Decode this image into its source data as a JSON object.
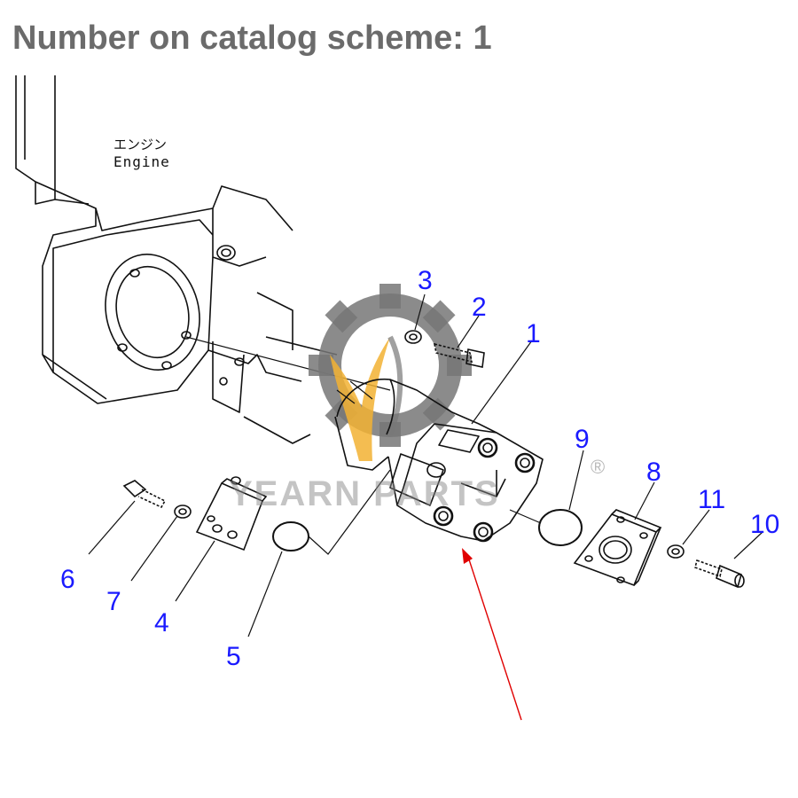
{
  "header": {
    "title": "Number on catalog scheme: 1"
  },
  "diagram": {
    "labels": {
      "engine_jp": "エンジン",
      "engine_en": "Engine"
    },
    "callouts": [
      "1",
      "2",
      "3",
      "4",
      "5",
      "6",
      "7",
      "8",
      "9",
      "10",
      "11"
    ],
    "colors": {
      "callout": "#1a1aff",
      "arrow": "#e00000",
      "line": "#111111",
      "title": "#6b6b6b",
      "watermark_gear": "#777777",
      "watermark_flame": "#f2b233"
    }
  },
  "watermark": {
    "text": "YEARN PARTS",
    "registered": "®"
  }
}
